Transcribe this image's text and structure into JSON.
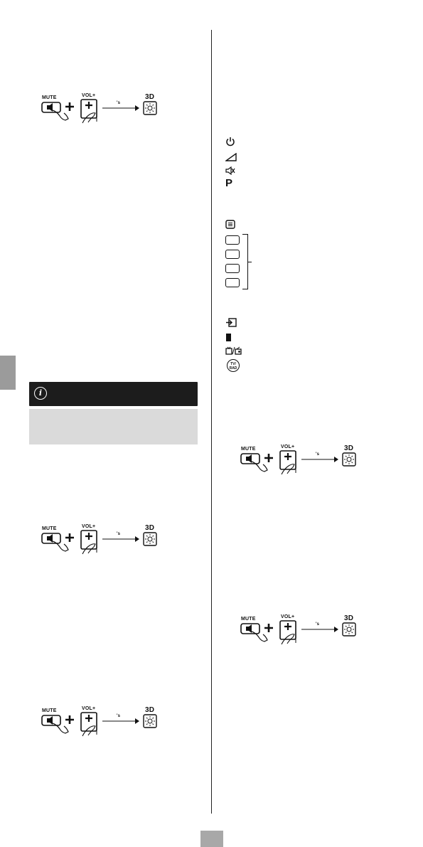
{
  "combo_sequence": {
    "mute_label": "MUTE",
    "plus_sign": "+",
    "vol_label": "VOL+",
    "seconds_mark": "'s",
    "target_label": "3D"
  },
  "icon_list": {
    "group_one": [
      "power-icon",
      "volume-icon",
      "mute-icon",
      "program-icon"
    ],
    "program_glyph": "P",
    "group_two": [
      "teletext-icon",
      "color-key",
      "color-key",
      "color-key",
      "color-key"
    ],
    "group_three": [
      "source-input-icon",
      "bookmark-icon",
      "tv-radio-icon"
    ],
    "tv_radio_top": "TV/",
    "tv_radio_bottom": "RAD"
  },
  "info_box": {
    "icon_glyph": "i",
    "header_color": "#1c1c1c",
    "body_color": "#dadada"
  }
}
